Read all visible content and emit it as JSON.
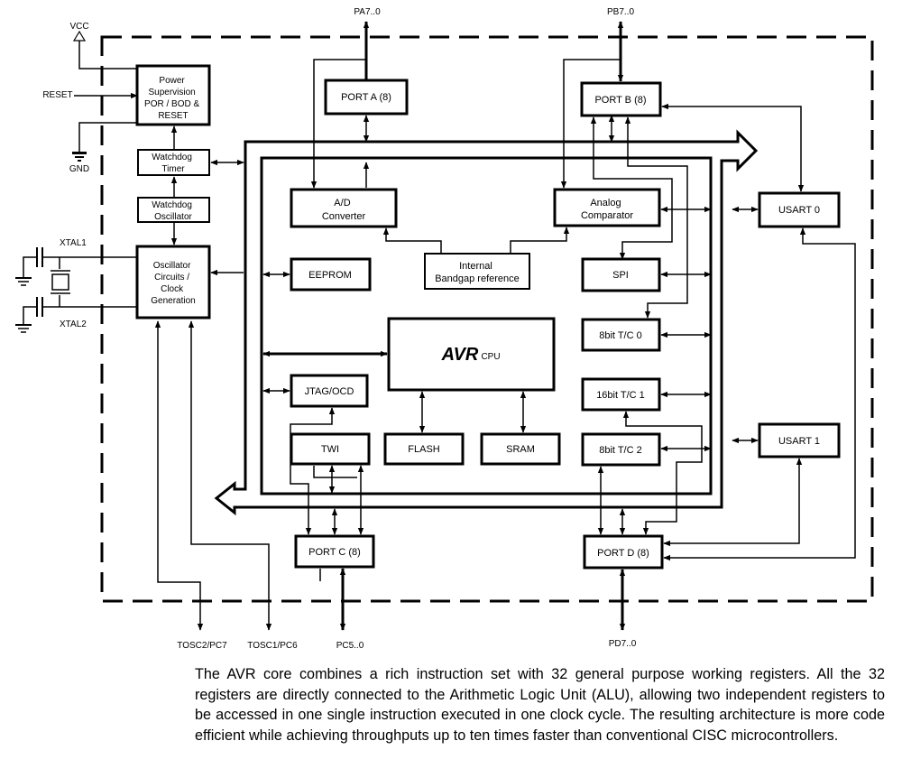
{
  "pins": {
    "vcc": "VCC",
    "reset": "RESET",
    "gnd": "GND",
    "xtal1": "XTAL1",
    "xtal2": "XTAL2",
    "pa": "PA7..0",
    "pb": "PB7..0",
    "pc": "PC5..0",
    "pd": "PD7..0",
    "tosc2": "TOSC2/PC7",
    "tosc1": "TOSC1/PC6"
  },
  "blocks": {
    "power": [
      "Power",
      "Supervision",
      "POR / BOD &",
      "RESET"
    ],
    "watchdog_timer": [
      "Watchdog",
      "Timer"
    ],
    "watchdog_osc": [
      "Watchdog",
      "Oscillator"
    ],
    "osc": [
      "Oscillator",
      "Circuits /",
      "Clock",
      "Generation"
    ],
    "port_a": "PORT A (8)",
    "port_b": "PORT B (8)",
    "port_c": "PORT C (8)",
    "port_d": "PORT D (8)",
    "adc": [
      "A/D",
      "Converter"
    ],
    "acomp": [
      "Analog",
      "Comparator"
    ],
    "bandgap": [
      "Internal",
      "Bandgap reference"
    ],
    "eeprom": "EEPROM",
    "spi": "SPI",
    "tc0": "8bit T/C 0",
    "tc1": "16bit T/C 1",
    "tc2": "8bit T/C 2",
    "usart0": "USART 0",
    "usart1": "USART 1",
    "cpu_logo": "AVR",
    "cpu_label": "CPU",
    "jtag": "JTAG/OCD",
    "twi": "TWI",
    "flash": "FLASH",
    "sram": "SRAM"
  },
  "caption": "The AVR core combines a rich instruction set with 32 general purpose working registers. All the 32 registers are directly connected to the Arithmetic Logic Unit (ALU), allowing two independent registers to be accessed in one single instruction executed in one clock cycle. The resulting architecture is more code efficient while achieving throughputs up to ten times faster than con­ventional CISC microcontrollers."
}
